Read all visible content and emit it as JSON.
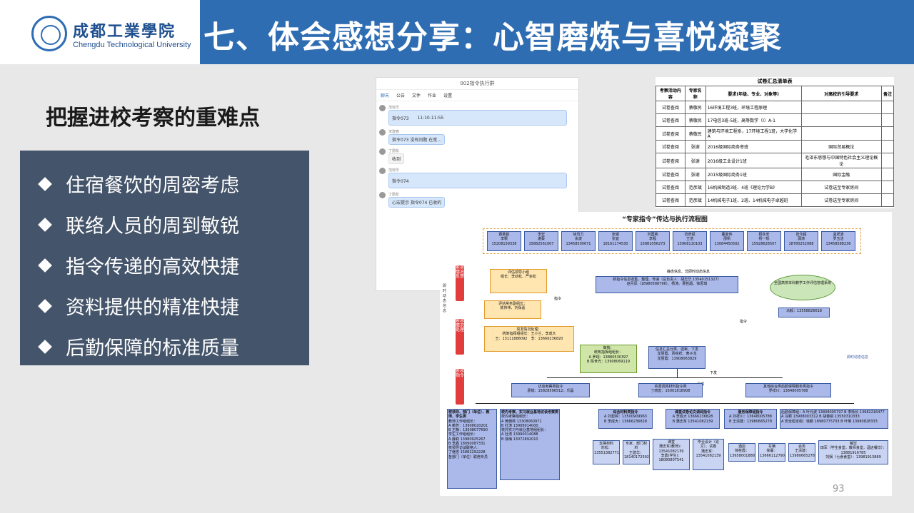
{
  "header": {
    "school_cn": "成都工業學院",
    "school_en": "Chengdu Technological University",
    "title": "七、体会感想分享：心智磨炼与喜悦凝聚"
  },
  "subtitle": "把握进校考察的重难点",
  "bullets": [
    "住宿餐饮的周密考虑",
    "联络人员的周到敏锐",
    "指令传递的高效快捷",
    "资料提供的精准快捷",
    "后勤保障的标准质量"
  ],
  "chat": {
    "header": "002指令执行群",
    "tabs": [
      "聊天",
      "公告",
      "文件",
      "作业",
      "设置"
    ],
    "messages": [
      {
        "sender": "范琼华",
        "text": "指令073"
      },
      {
        "sender": "宋建春",
        "text": "指令073 没有问题 在宽…"
      },
      {
        "sender": "丁勤松",
        "text": "收到"
      },
      {
        "sender": "范琼华",
        "text": "指令074"
      },
      {
        "sender": "丁勤松",
        "text": "心宏提示 指令074 已收的"
      }
    ],
    "timestamp": "11:10-11:55"
  },
  "table": {
    "title": "试卷汇总清单表",
    "headers": [
      "考察活动内容",
      "专家名称",
      "要求(年级、专业、对象等)",
      "对高校的引导要求",
      "备注"
    ],
    "rows": [
      [
        "试卷查阅",
        "蔡敬民",
        "16环境工程3班，环境工程原理",
        "",
        ""
      ],
      [
        "试卷查阅",
        "蔡敬民",
        "17电信3班-5班，高等数学（Ⅰ）A-1",
        "",
        ""
      ],
      [
        "试卷查阅",
        "蔡敬民",
        "建筑与环境工程系，17环境工程1班，大学化学A",
        "",
        ""
      ],
      [
        "试卷查阅",
        "张谢",
        "2016级国际商务审班",
        "国际贸易概论",
        ""
      ],
      [
        "试卷查阅",
        "张谢",
        "2016级工业设计1班",
        "毛泽东思想与中国特色社会主义理论概论",
        ""
      ],
      [
        "试卷查阅",
        "张谢",
        "2015级国际商务1班",
        "国际金融",
        ""
      ],
      [
        "试卷查阅",
        "范彦斌",
        "16机械制造3班、4班《理论力学B》",
        "试卷送至专家房间",
        ""
      ],
      [
        "试卷查阅",
        "范彦斌",
        "14机械电子1班、2班、14机械电子卓越班",
        "试卷送至专家房间",
        ""
      ]
    ]
  },
  "flow": {
    "title": "“专家指令”传达与执行流程图",
    "experts": [
      {
        "name": "蔡敬民",
        "assist": "李颖",
        "phone": "15208159338"
      },
      {
        "name": "李宏",
        "assist": "谌蔡",
        "phone": "15882561007"
      },
      {
        "name": "徐司力",
        "assist": "余波",
        "phone": "13458500671"
      },
      {
        "name": "张谢",
        "assist": "张宜",
        "phone": "18161174530"
      },
      {
        "name": "刘国英",
        "assist": "李程",
        "phone": "15881056273"
      },
      {
        "name": "范彦斌",
        "assist": "王浩",
        "phone": "15908110103"
      },
      {
        "name": "董金伟",
        "assist": "邵帆",
        "phone": "13084450502"
      },
      {
        "name": "顾永安",
        "assist": "杨一帆",
        "phone": "15928628507"
      },
      {
        "name": "张今超",
        "assist": "蒲涛",
        "phone": "18780252088"
      },
      {
        "name": "孟祥波",
        "assist": "罗玉洁",
        "phone": "13458588236"
      }
    ],
    "red_labels": [
      "紧急情况反馈",
      "紧急情况处理",
      "紧急指令"
    ],
    "left_vertical": "即时动态信息",
    "group_leader": "评估领导小组\n组长：李劲松、严余松",
    "deputy": "评估常务副组长：\n陈伟伟、刘保嘉",
    "emergency": "突发情况处理：\n统筹指挥组组长：王小兰、李成大\n王：13111888092　李：13666236820",
    "audit": "审核：\n统筹指挥组组长：\nA 罗翊：13880530397\nB 陈世光：13908069119",
    "info_collect": "新指令信息收集、整理、传递（总负责人：胡志华 13540151327）\n赵月凤（18980588796）、杨涛、曹哲超、徐思琪",
    "static_info": "静态信息、非即时动态信息",
    "platform": "全国高校本科教学工作评估管理系统",
    "platform_contact": "马毅：13558826618",
    "dispatch": "信息汇总分类、选审、下发\n龙慧霞、贾咏祥、黄子龙\n龙慧霞：13908063829",
    "instruction_label": "指令",
    "dispatch_down": "下发",
    "feedback": "反馈",
    "dynamic_info": "即时动态信息",
    "groups": [
      {
        "title": "访谈考察类指令",
        "lead": "廖斌：15828596512；乐磊"
      },
      {
        "title": "资源调阅材料指令类",
        "lead": "丁晓宏：15001818908"
      },
      {
        "title": "其他综合类后勤保障服务类指令",
        "lead": "罗祥川：13648005788"
      }
    ],
    "subgroups": [
      {
        "title": "校领导、部门（单位）、教师、学生类",
        "detail": "教师工作组组长：\nA 赖芳：13908020201\nB 王静：13608077690\n学生工作组组长：\nA 薛莉 13980925267\nB 李鑫 18090087331\n校领导访谈联络人：\n丁继忠 15882292228\n各部门（单位）联络专员"
      },
      {
        "title": "校内考察、实习就业基地访谈考察类",
        "detail": "校内考察组组长：\nA 黄朝燕 13308060971\nB 杜涛 13908014000\n校外实习与就业基地组组长：\nA 杜涛 13990014088\nB 徐梅 13072892010"
      },
      {
        "title": "综合材料类指令",
        "detail": "A 刘碧婷：13500909963\nB 李成大：13666236828"
      },
      {
        "title": "课堂试卷论文调阅指令",
        "detail": "A 李成大 13666236828\nB 蒲志军 13541082139"
      },
      {
        "title": "服务保障组指令",
        "detail": "A 刘祥川：13648005788\nB 王清建：13980665278"
      },
      {
        "title": "后勤保障组",
        "detail": "后勤保障组：A 叶元波 13808005797  B 李咏长 13982216477\nA 冯颖 13908003312  B 胡春娟 13550310333\nA 安全稳定组：徐鹏 18980775703  B 叶琳 13980828333"
      }
    ],
    "leaves": [
      {
        "label": "支撑材料",
        "detail": "刘松：13551382771"
      },
      {
        "label": "专家、部门材料",
        "detail": "王建华：18140172592"
      },
      {
        "label": "课堂",
        "detail": "蒲志军(教师)：13541082139\n李勇(学生)：18080807541"
      },
      {
        "label": "毕业设计（论文）、试卷",
        "detail": "蒲志军：13541082139"
      },
      {
        "label": "酒店",
        "detail": "徐桂霞：13658001888"
      },
      {
        "label": "车辆",
        "detail": "徐蔓：13666112790"
      },
      {
        "label": "会务",
        "detail": "王清建：13980665278"
      },
      {
        "label": "餐饮",
        "detail": "田军（学生食堂，教师食堂，酒店餐饮）：13881916785\n刘娴（七食食堂）：13981913889"
      }
    ]
  },
  "page_number": "93"
}
